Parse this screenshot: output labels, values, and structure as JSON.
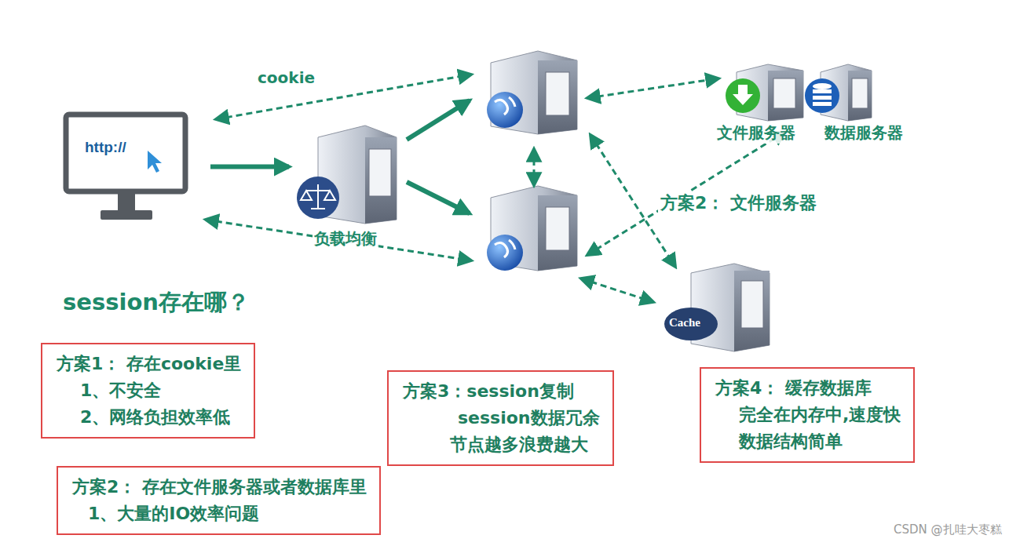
{
  "diagram": {
    "nodes": [
      {
        "text": [
          "http://"
        ]
      },
      {
        "text": [
          "负载均衡"
        ]
      },
      {
        "text": [
          "文件服务器"
        ]
      },
      {
        "text": [
          "数据服务器"
        ]
      },
      {
        "text": [
          "Cache"
        ]
      },
      {
        "text": [
          "方案1： 存在cookie里",
          "1、不安全",
          "2、网络负担效率低"
        ]
      },
      {
        "text": [
          "方案2： 存在文件服务器或者数据库里",
          "1、大量的IO效率问题"
        ]
      },
      {
        "text": [
          "方案3：session复制",
          "session数据冗余",
          "节点越多浪费越大"
        ]
      },
      {
        "text": [
          "方案4： 缓存数据库",
          "完全在内存中,速度快",
          "数据结构简单"
        ]
      }
    ],
    "edges": [
      {
        "from": 0,
        "to": 1,
        "arrow": "to"
      }
    ],
    "labels": [
      "cookie",
      "方案2： 文件服务器",
      "session存在哪？",
      "CSDN @扎哇大枣糕"
    ]
  }
}
